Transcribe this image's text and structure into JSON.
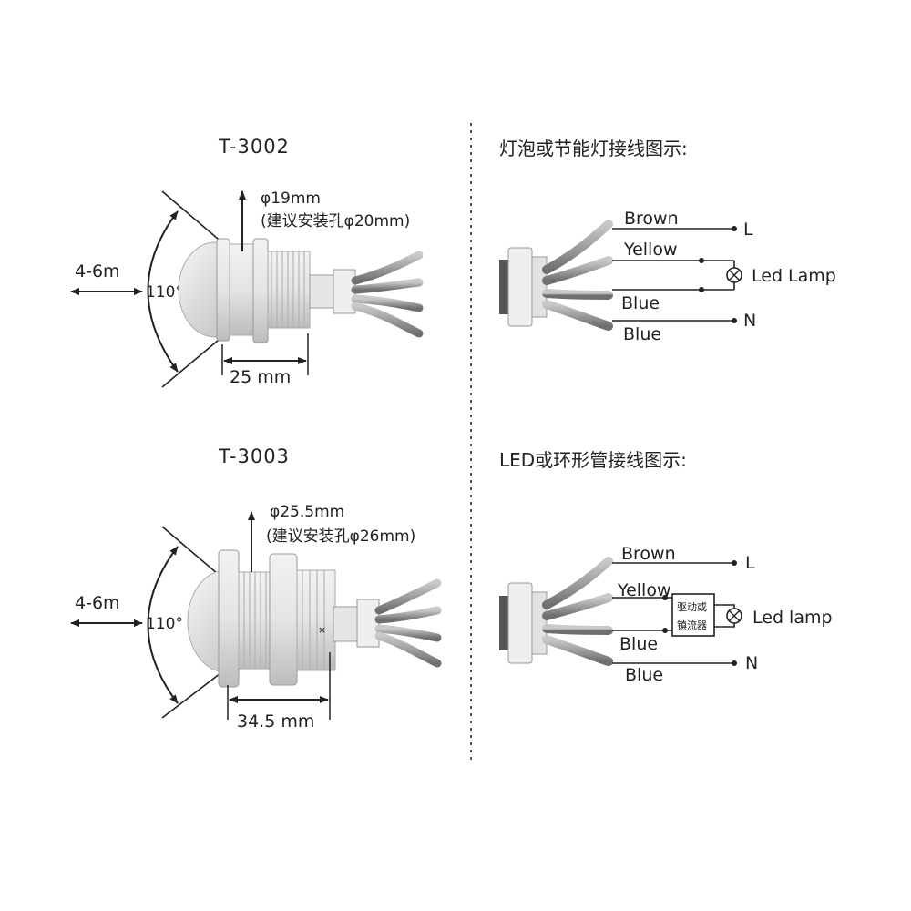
{
  "t3002": {
    "model": "T-3002",
    "diameter": "φ19mm",
    "hole_note": "(建议安装孔φ20mm)",
    "range": "4-6m",
    "angle": "110°",
    "length": "25 mm"
  },
  "t3003": {
    "model": "T-3003",
    "diameter": "φ25.5mm",
    "hole_note": "(建议安装孔φ26mm)",
    "range": "4-6m",
    "angle": "110°",
    "length": "34.5 mm"
  },
  "wiring_bulb": {
    "title": "灯泡或节能灯接线图示:",
    "wire_brown": "Brown",
    "wire_yellow": "Yellow",
    "wire_blue_1": "Blue",
    "wire_blue_2": "Blue",
    "terminal_l": "L",
    "terminal_n": "N",
    "lamp_label": "Led Lamp"
  },
  "wiring_led": {
    "title": "LED或环形管接线图示:",
    "wire_brown": "Brown",
    "wire_yellow": "Yellow",
    "wire_blue_1": "Blue",
    "wire_blue_2": "Blue",
    "terminal_l": "L",
    "terminal_n": "N",
    "driver_line1": "驱动或",
    "driver_line2": "镇流器",
    "lamp_label": "Led lamp"
  },
  "colors": {
    "line": "#222222",
    "sensor_body": "#e9e9e9",
    "sensor_shadow": "#9a9a9a",
    "wire_gray": "#8c8c8c",
    "divider": "#555555"
  }
}
